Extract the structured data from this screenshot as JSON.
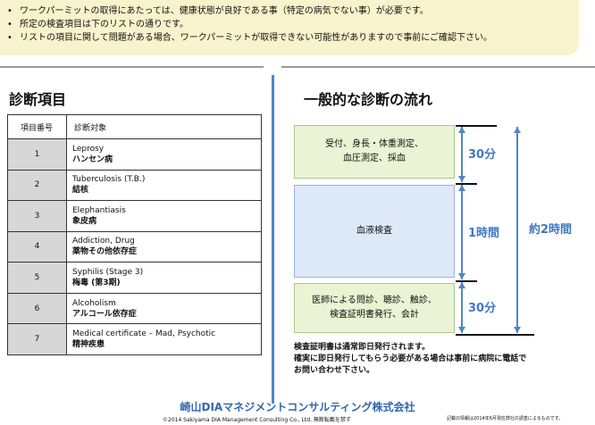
{
  "notice": {
    "items": [
      "ワークパーミットの取得にあたっては、健康状態が良好である事（特定の病気でない事）が必要です。",
      "所定の検査項目は下のリストの通りです。",
      "リストの項目に関して問題がある場合、ワークパーミットが取得できない可能性がありますので事前にご確認下さい。"
    ]
  },
  "left": {
    "title": "診断項目",
    "table": {
      "headers": [
        "項目番号",
        "診断対象"
      ],
      "rows": [
        {
          "num": "1",
          "en": "Leprosy",
          "jp": "ハンセン病"
        },
        {
          "num": "2",
          "en": "Tuberculosis (T.B.)",
          "jp": "結核"
        },
        {
          "num": "3",
          "en": "Elephantiasis",
          "jp": "象皮病"
        },
        {
          "num": "4",
          "en": "Addiction, Drug",
          "jp": "薬物その他依存症"
        },
        {
          "num": "5",
          "en": "Syphilis  (Stage 3)",
          "jp": "梅毒  (第3期)"
        },
        {
          "num": "6",
          "en": "Alcoholism",
          "jp": "アルコール依存症"
        },
        {
          "num": "7",
          "en": "Medical certificate – Mad, Psychotic",
          "jp": "精神疾患"
        }
      ]
    }
  },
  "right": {
    "title": "一般的な診断の流れ",
    "steps": [
      {
        "lines": [
          "受付、身長・体重測定、",
          "血圧測定、採血"
        ]
      },
      {
        "lines": [
          "血液検査"
        ]
      },
      {
        "lines": [
          "医師による問診、聴診、触診、",
          "検査証明書発行、会計"
        ]
      }
    ],
    "durations": {
      "step1": "30分",
      "step2": "1時間",
      "step3": "30分",
      "total": "約2時間"
    },
    "note_lines": [
      "検査証明書は通常即日発行されます。",
      "確実に即日発行してもらう必要がある場合は事前に病院に電話で",
      "お問い合わせ下さい。"
    ]
  },
  "footer": {
    "company": "崎山DIAマネジメントコンサルティング株式会社",
    "copyright": "©2014 Sakiyama DIA Management Consulting Co., Ltd.  無断転載を禁ず",
    "footnote": "記載の情報は2014年6月現在弊社の調査によるものです。"
  },
  "colors": {
    "accent": "#4f86c6",
    "notice_bg": "#f8f3cc",
    "step_green": "#eaf4d4",
    "step_blue": "#dde8f8"
  }
}
